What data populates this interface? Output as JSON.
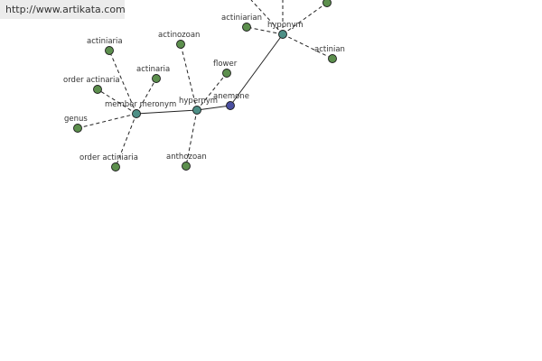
{
  "header": {
    "url": "http://www.artikata.com"
  },
  "colors": {
    "leaf_node": "#5c8f4d",
    "relation_node": "#4d8f86",
    "focus_node": "#4a4fa0",
    "edge": "#222222"
  },
  "graph": {
    "focus_label": "anemone",
    "hyponym_left_label": "hypernym",
    "member_meronym_label": "member meronym",
    "hyponym_top_label": "hyponym",
    "leaves": {
      "actinozoan": "actinozoan",
      "flower": "flower",
      "anthozoan": "anthozoan",
      "actiniaria": "actiniaria",
      "actinaria": "actinaria",
      "order_actinaria": "order actinaria",
      "genus": "genus",
      "order_actiniaria": "order actiniaria",
      "actiniarian": "actiniarian",
      "actinian": "actinian"
    }
  }
}
